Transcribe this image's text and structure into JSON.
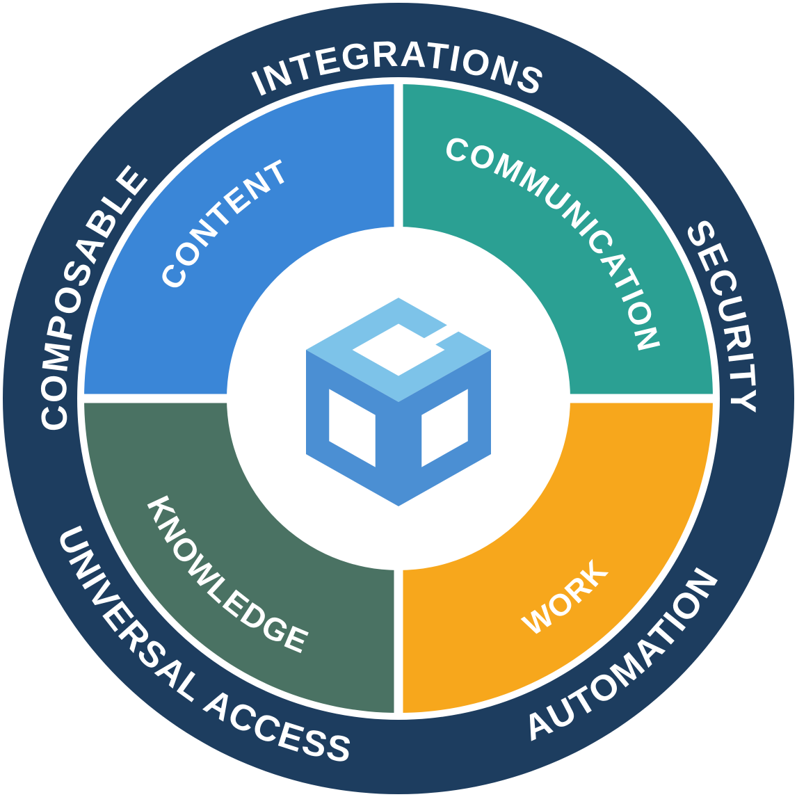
{
  "colors": {
    "navy": "#1D3D5F",
    "white": "#FFFFFF"
  },
  "outer_ring": {
    "top_label": "INTEGRATIONS",
    "upper_left_label": "COMPOSABLE",
    "right_label": "SECURITY",
    "lower_left_label": "UNIVERSAL ACCESS",
    "lower_right_label": "AUTOMATION"
  },
  "quadrants": [
    {
      "id": "content",
      "label": "CONTENT",
      "position": "top-left",
      "color": "#3A86D7"
    },
    {
      "id": "communication",
      "label": "COMMUNICATION",
      "position": "top-right",
      "color": "#2BA093"
    },
    {
      "id": "knowledge",
      "label": "KNOWLEDGE",
      "position": "bottom-left",
      "color": "#4A7263"
    },
    {
      "id": "work",
      "label": "WORK",
      "position": "bottom-right",
      "color": "#F7A71C"
    }
  ],
  "logo": {
    "name": "isometric-cube-logo",
    "light_blue": "#7DC3E9",
    "mid_blue": "#4B8FD3"
  }
}
